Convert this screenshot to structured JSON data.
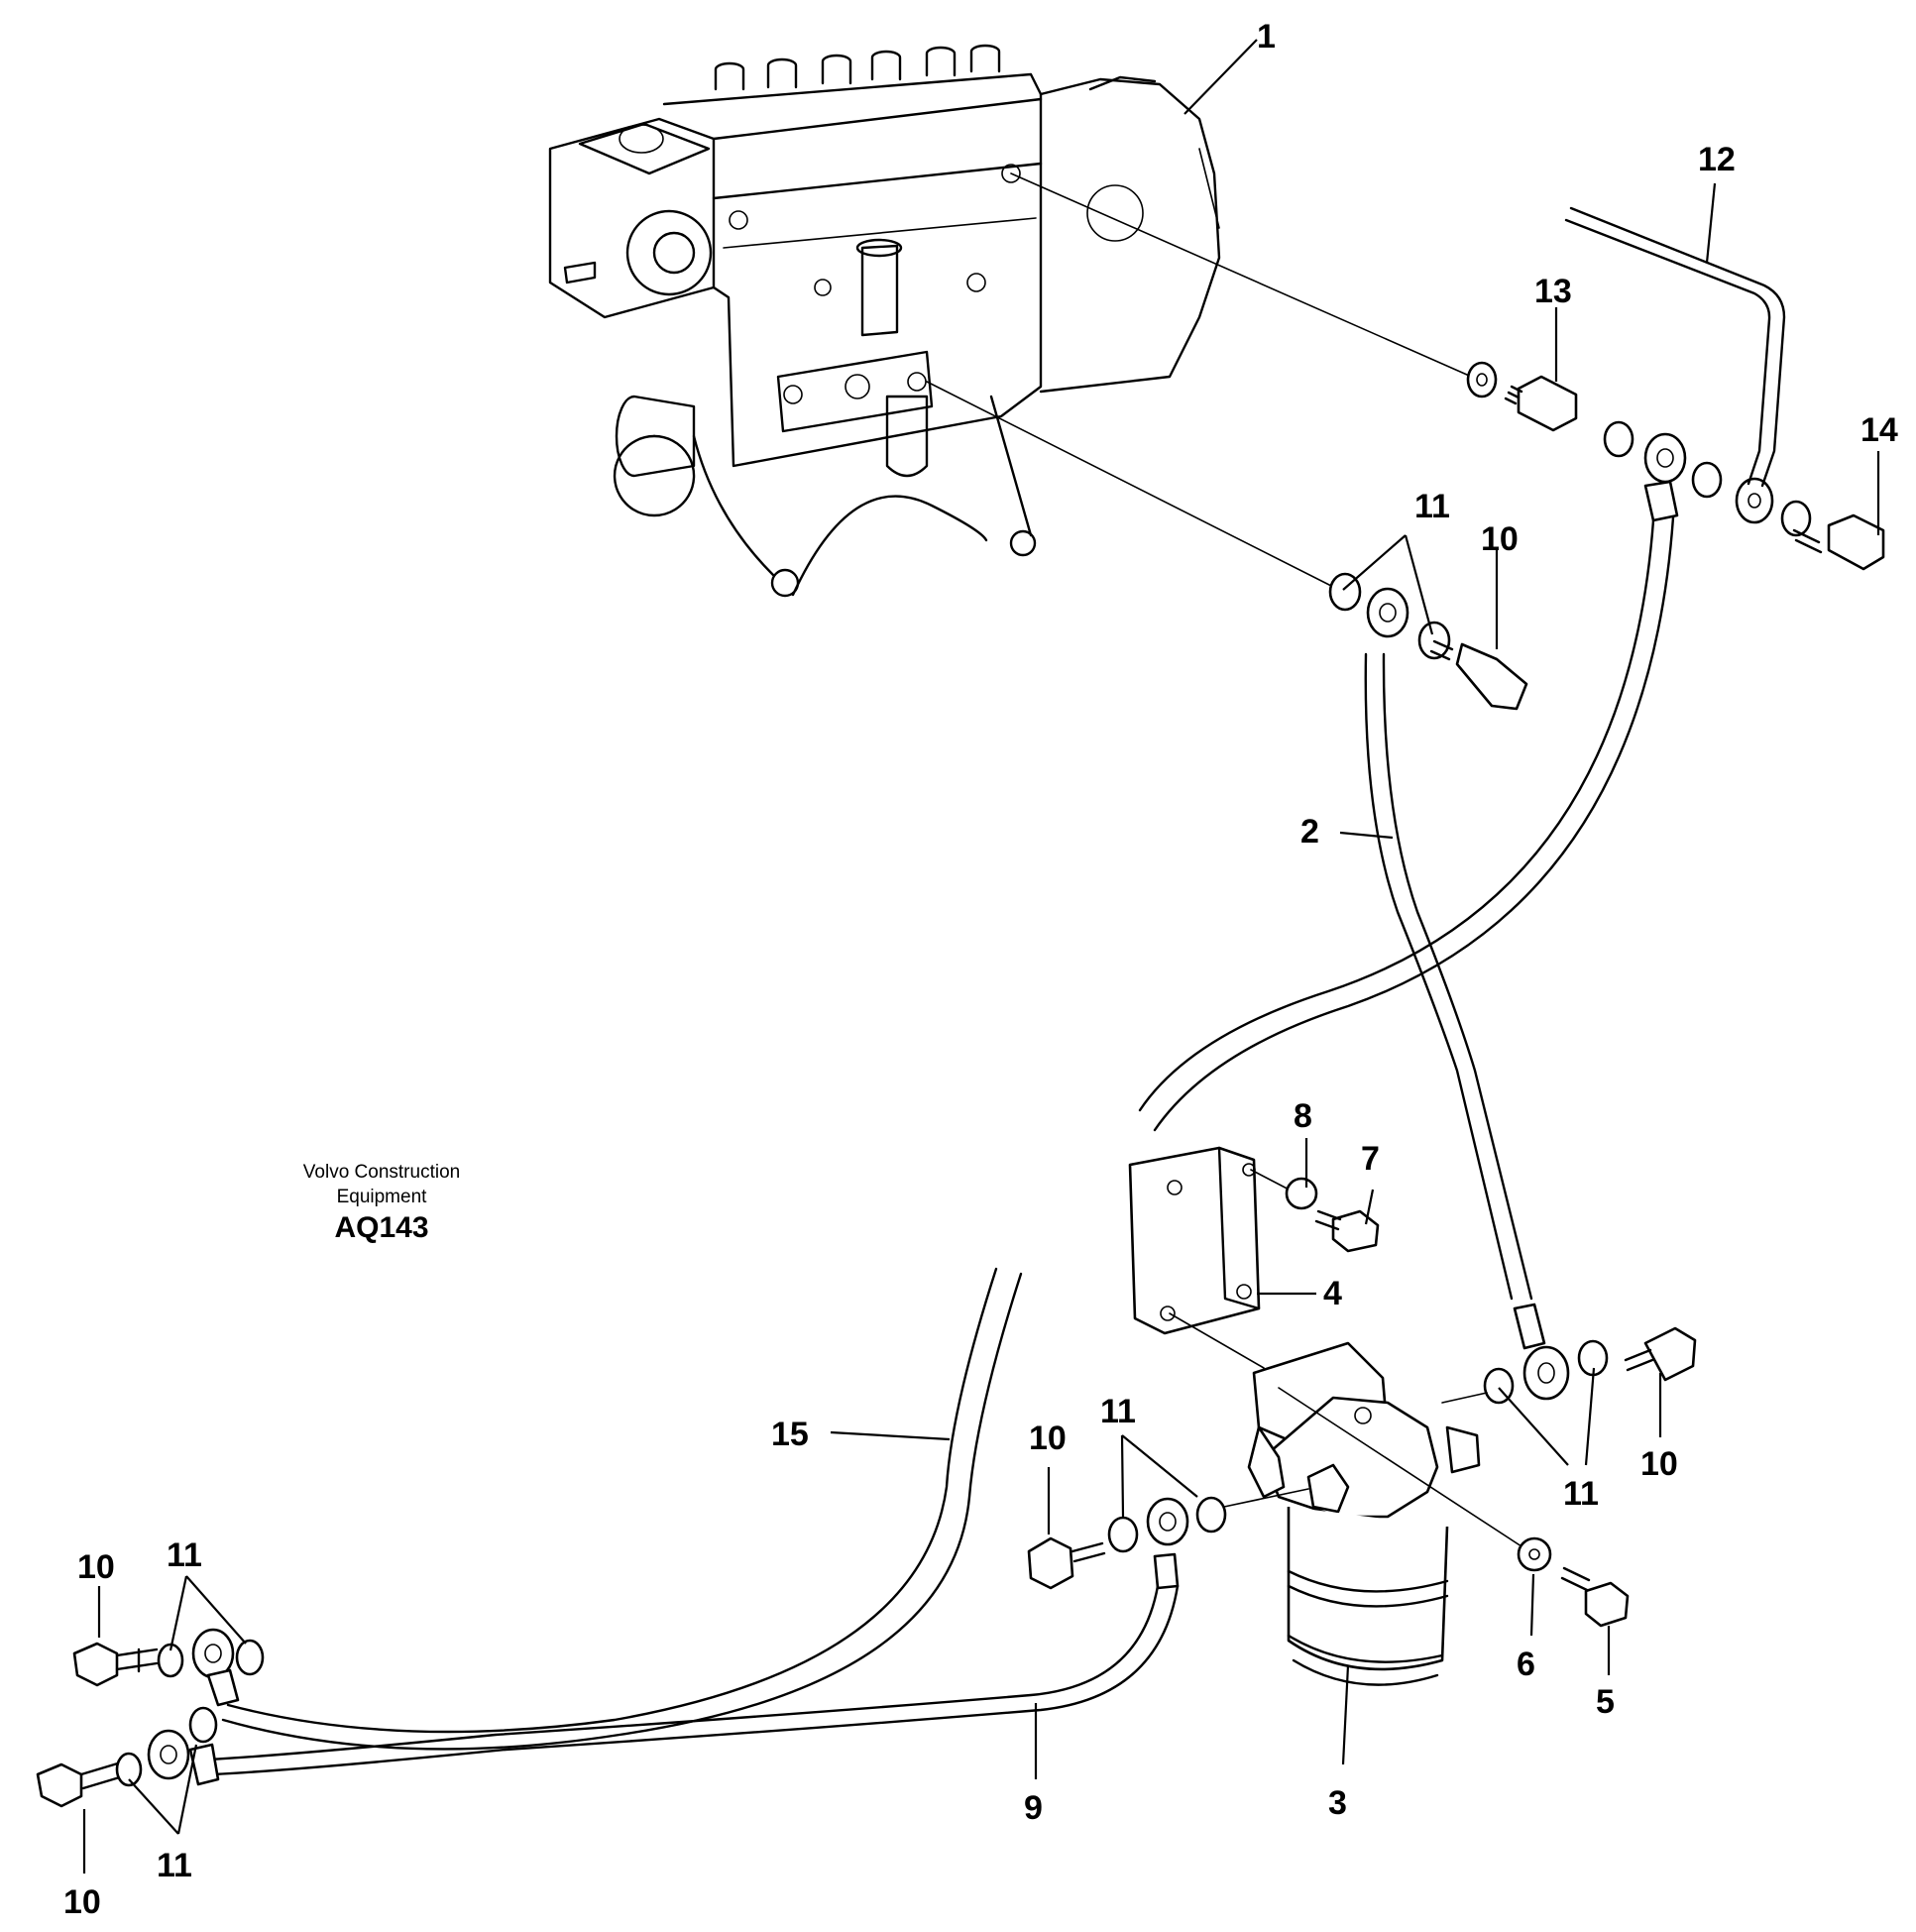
{
  "caption": {
    "company_line1": "Volvo Construction",
    "company_line2": "Equipment",
    "code": "AQ143"
  },
  "callouts": {
    "c1": "1",
    "c2": "2",
    "c3": "3",
    "c4": "4",
    "c5": "5",
    "c6": "6",
    "c7": "7",
    "c8": "8",
    "c9": "9",
    "c10": "10",
    "c11": "11",
    "c12": "12",
    "c13": "13",
    "c14": "14",
    "c15": "15"
  }
}
